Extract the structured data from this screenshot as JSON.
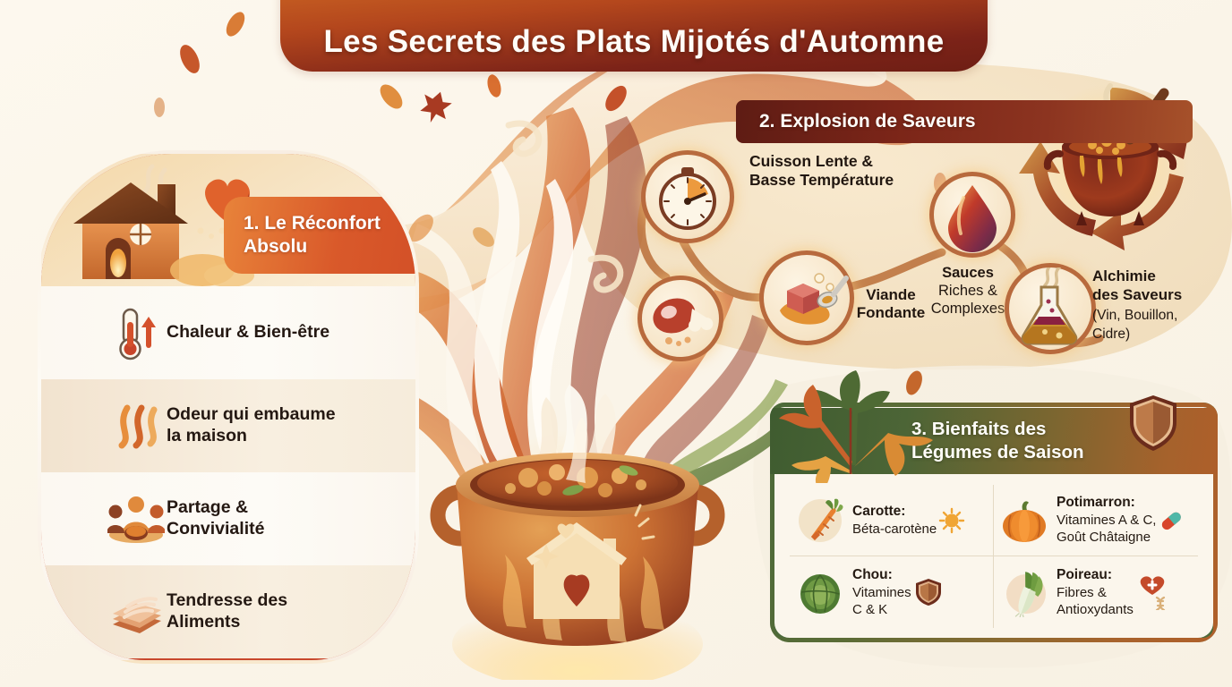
{
  "title": {
    "text": "Les Secrets des Plats Mijotés d'Automne"
  },
  "section1": {
    "heading": "1. Le Réconfort Absolu",
    "heading_line1": "1. Le Réconfort",
    "heading_line2": "Absolu",
    "header_icons": [
      "house-with-fire-icon",
      "heart-icon"
    ],
    "items": [
      {
        "label": "Chaleur & Bien-être",
        "icon": "thermometer-up-icon"
      },
      {
        "label": "Odeur qui embaume la maison",
        "label_line1": "Odeur qui embaume",
        "label_line2": "la maison",
        "icon": "steam-waves-icon"
      },
      {
        "label": "Partage & Convivialité",
        "label_line1": "Partage &",
        "label_line2": "Convivialité",
        "icon": "people-sharing-meal-icon"
      },
      {
        "label": "Tendresse des Aliments",
        "label_line1": "Tendresse des",
        "label_line2": "Aliments",
        "icon": "hand-on-soft-food-icon"
      }
    ]
  },
  "section2": {
    "heading": "2. Explosion de Saveurs",
    "nodes": [
      {
        "label": "Cuisson Lente & Basse Température",
        "label_line1": "Cuisson Lente &",
        "label_line2": "Basse Température",
        "icon": "stopwatch-icon"
      },
      {
        "label": "Viande Fondante",
        "label_line1": "Viande",
        "label_line2": "Fondante",
        "icon": "meat-cube-with-spoon-icon"
      },
      {
        "label": "Sauces Riches & Complexes",
        "label_line1": "Sauces",
        "label_line2": "Riches &",
        "label_line3": "Complexes",
        "icon": "sauce-drop-icon"
      },
      {
        "label": "Alchimie des Saveurs (Vin, Bouillon, Cidre)",
        "label_line1": "Alchimie",
        "label_line2": "des Saveurs",
        "label_line3": "(Vin, Bouillon,",
        "label_line4": "Cidre)",
        "icon": "flask-icon"
      }
    ],
    "extra_icons": [
      "ham-icon",
      "cauldron-with-cycle-arrows-icon"
    ]
  },
  "section3": {
    "heading": "3. Bienfaits des Légumes de Saison",
    "heading_line1": "3. Bienfaits des",
    "heading_line2": "Légumes de Saison",
    "decor_icons": [
      "autumn-leaves-icon",
      "shield-icon"
    ],
    "vegetables": [
      {
        "name": "Carotte:",
        "benefit": "Béta-carotène",
        "icon": "carrot-icon",
        "badge": "sun-icon"
      },
      {
        "name": "Potimarron:",
        "benefit_line1": "Vitamines A & C,",
        "benefit_line2": "Goût Châtaigne",
        "icon": "pumpkin-icon",
        "badge": "capsule-pill-icon"
      },
      {
        "name": "Chou:",
        "benefit_line1": "Vitamines",
        "benefit_line2": "C & K",
        "icon": "cabbage-icon",
        "badge": "shield-icon"
      },
      {
        "name": "Poireau:",
        "benefit_line1": "Fibres &",
        "benefit_line2": "Antioxydants",
        "icon": "leek-icon",
        "badge": "heart-plus-dna-icon"
      }
    ]
  },
  "center": {
    "icon": "steaming-cooking-pot-with-house-heart-icon"
  },
  "colors": {
    "background": "#fbf5ea",
    "title_banner_dark": "#6e1e14",
    "title_banner_light": "#cf6a24",
    "section1_accent": "#cf4a25",
    "section1_border": "#c8472c",
    "section2_band_dark": "#5e1c14",
    "section2_band_light": "#a6512a",
    "section3_band_green": "#3f5c30",
    "section3_band_brown": "#ae5f2a",
    "text_dark": "#241812",
    "text_light": "#fffdf8"
  }
}
